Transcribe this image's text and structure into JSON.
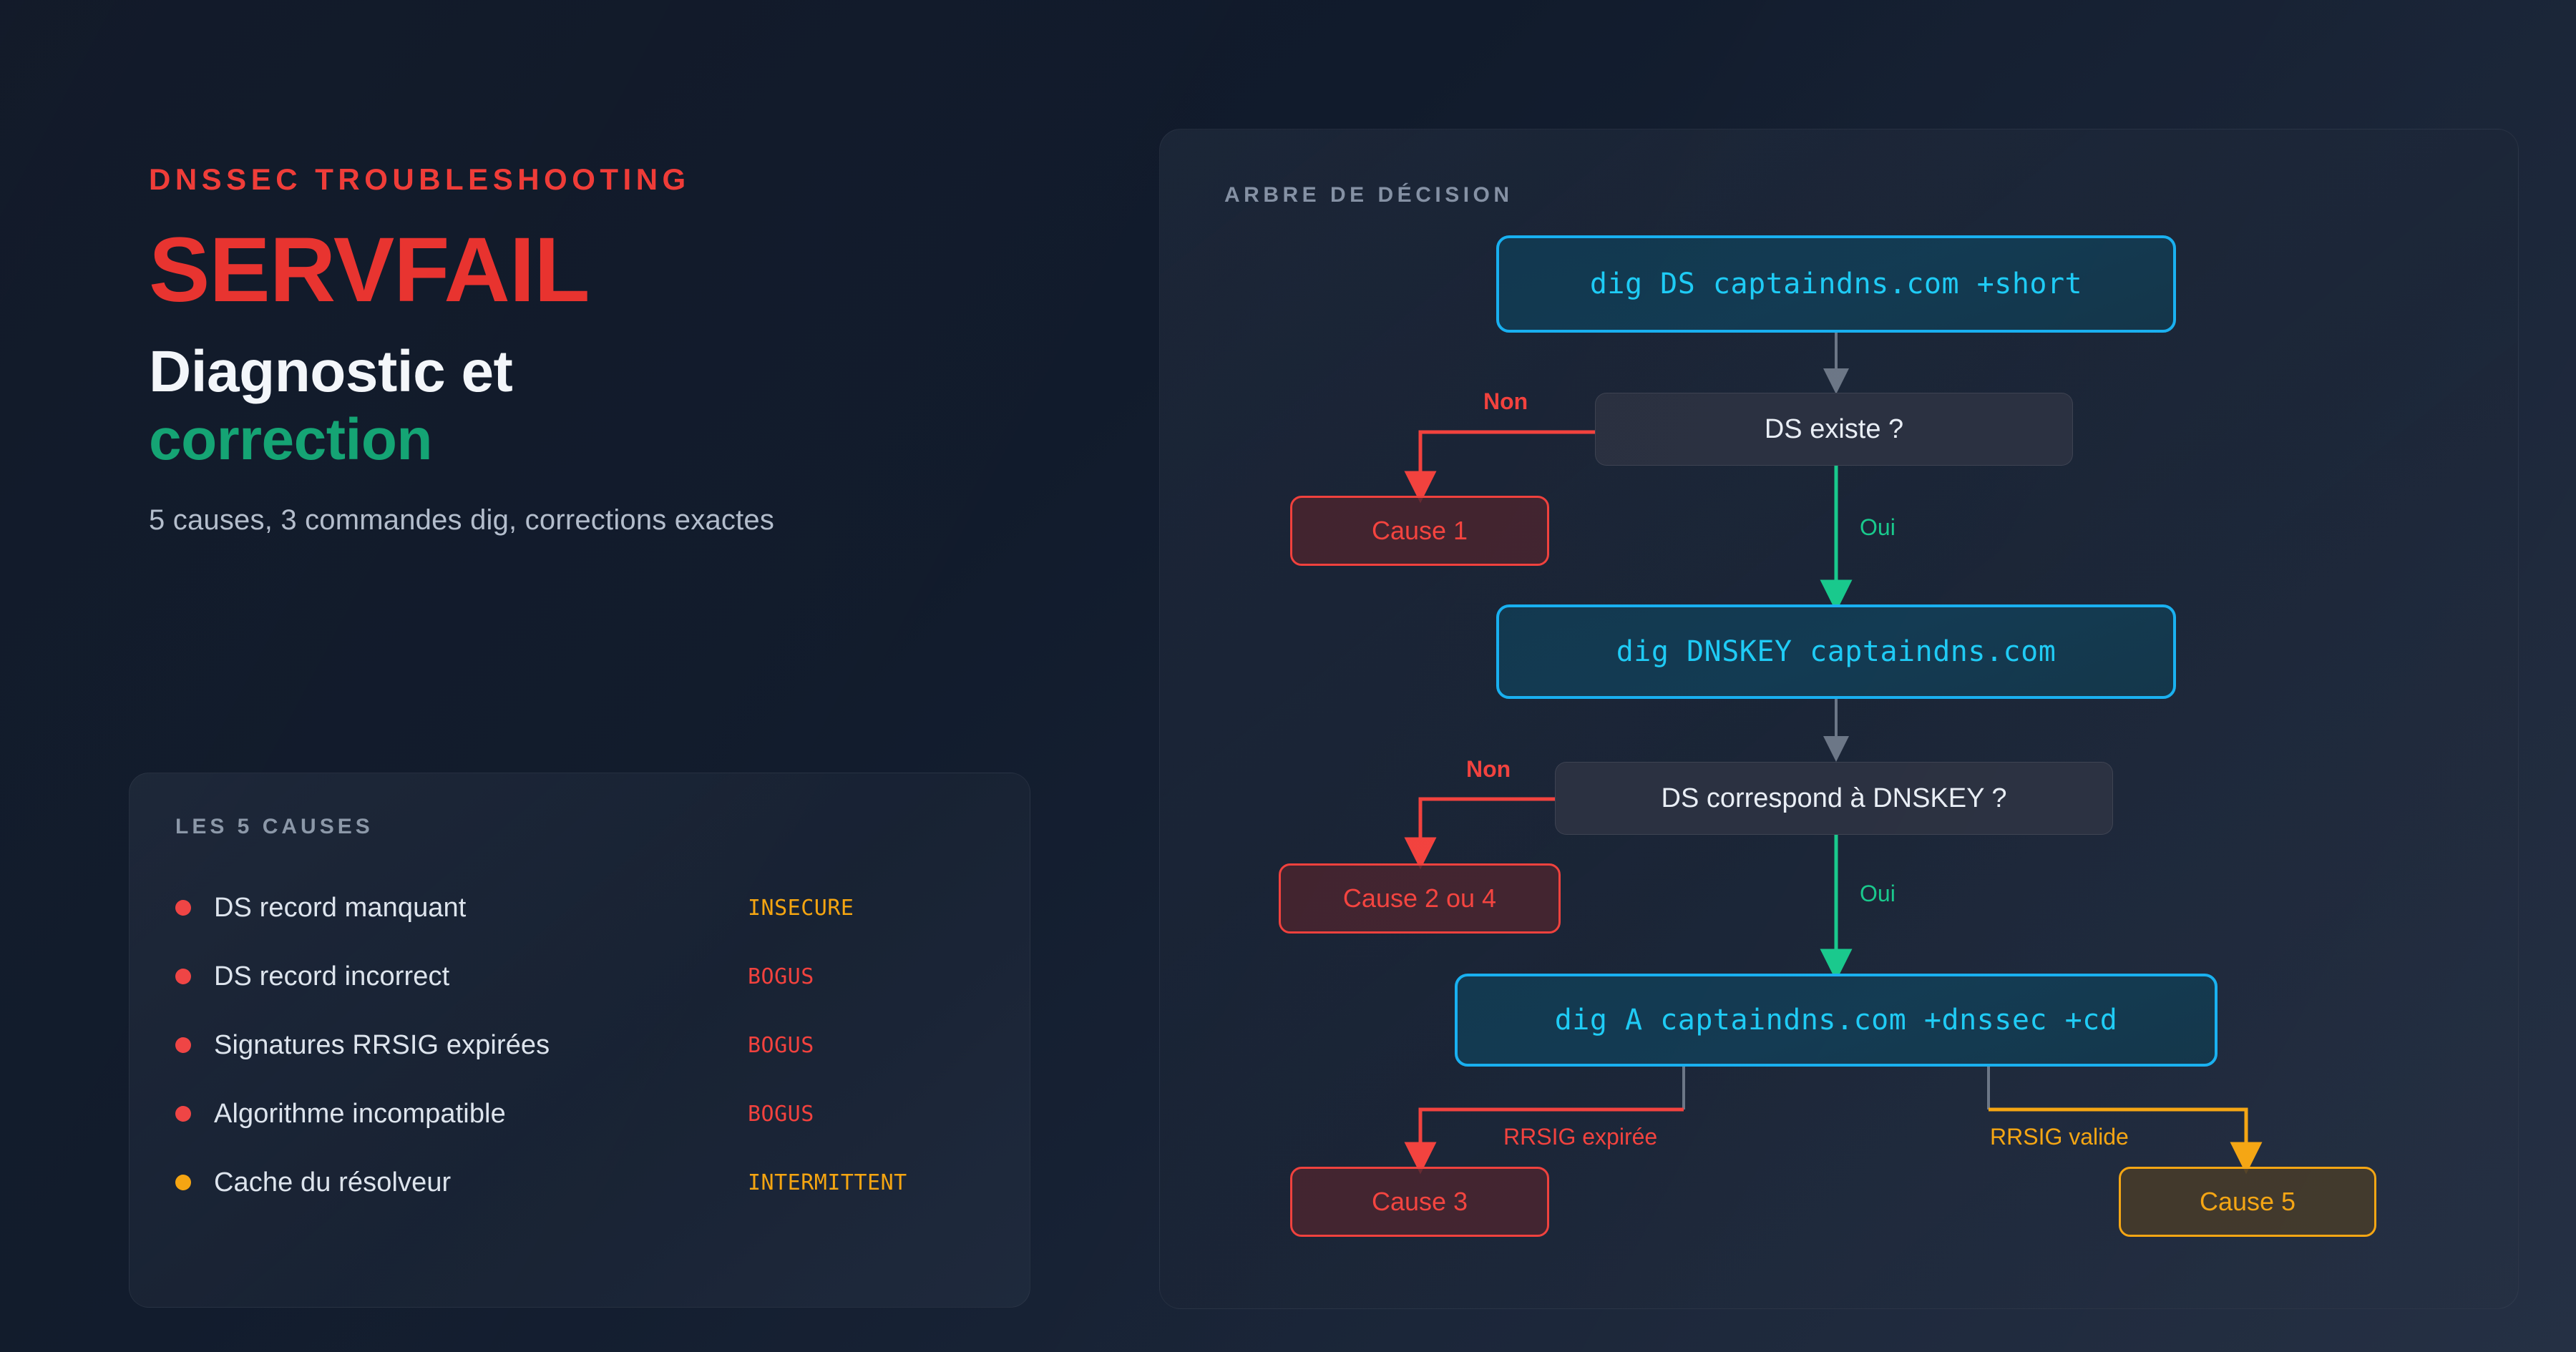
{
  "hero": {
    "eyebrow": "DNSSEC TROUBLESHOOTING",
    "title": "SERVFAIL",
    "subtitle_line1": "Diagnostic et",
    "subtitle_line2": "correction",
    "description": "5 causes, 3 commandes dig, corrections exactes"
  },
  "causes_panel": {
    "label": "LES 5 CAUSES",
    "items": [
      {
        "name": "DS record manquant",
        "status": "INSECURE",
        "dot_color": "#ef4444",
        "status_color": "#f5a511"
      },
      {
        "name": "DS record incorrect",
        "status": "BOGUS",
        "dot_color": "#ef4444",
        "status_color": "#f2423e"
      },
      {
        "name": "Signatures RRSIG expirées",
        "status": "BOGUS",
        "dot_color": "#ef4444",
        "status_color": "#f2423e"
      },
      {
        "name": "Algorithme incompatible",
        "status": "BOGUS",
        "dot_color": "#ef4444",
        "status_color": "#f2423e"
      },
      {
        "name": "Cache du résolveur",
        "status": "INTERMITTENT",
        "dot_color": "#f5a511",
        "status_color": "#f5a511"
      }
    ]
  },
  "tree": {
    "label": "ARBRE DE DÉCISION",
    "nodes": {
      "cmd1": "dig DS captaindns.com +short",
      "q1": "DS existe ?",
      "cause1": "Cause 1",
      "cmd2": "dig DNSKEY captaindns.com",
      "q2": "DS correspond à DNSKEY ?",
      "cause24": "Cause 2 ou 4",
      "cmd3": "dig A captaindns.com +dnssec +cd",
      "cause3": "Cause 3",
      "cause5": "Cause 5"
    },
    "edge_labels": {
      "no1": "Non",
      "yes1": "Oui",
      "no2": "Non",
      "yes2": "Oui",
      "rrsig_expired": "RRSIG expirée",
      "rrsig_valid": "RRSIG valide"
    }
  },
  "colors": {
    "accent_red": "#ef3b37",
    "accent_green": "#13a373",
    "accent_cyan": "#18b0f0",
    "accent_amber": "#f5a511",
    "flow_green": "#18c98c",
    "flow_gray": "#6b7686"
  }
}
